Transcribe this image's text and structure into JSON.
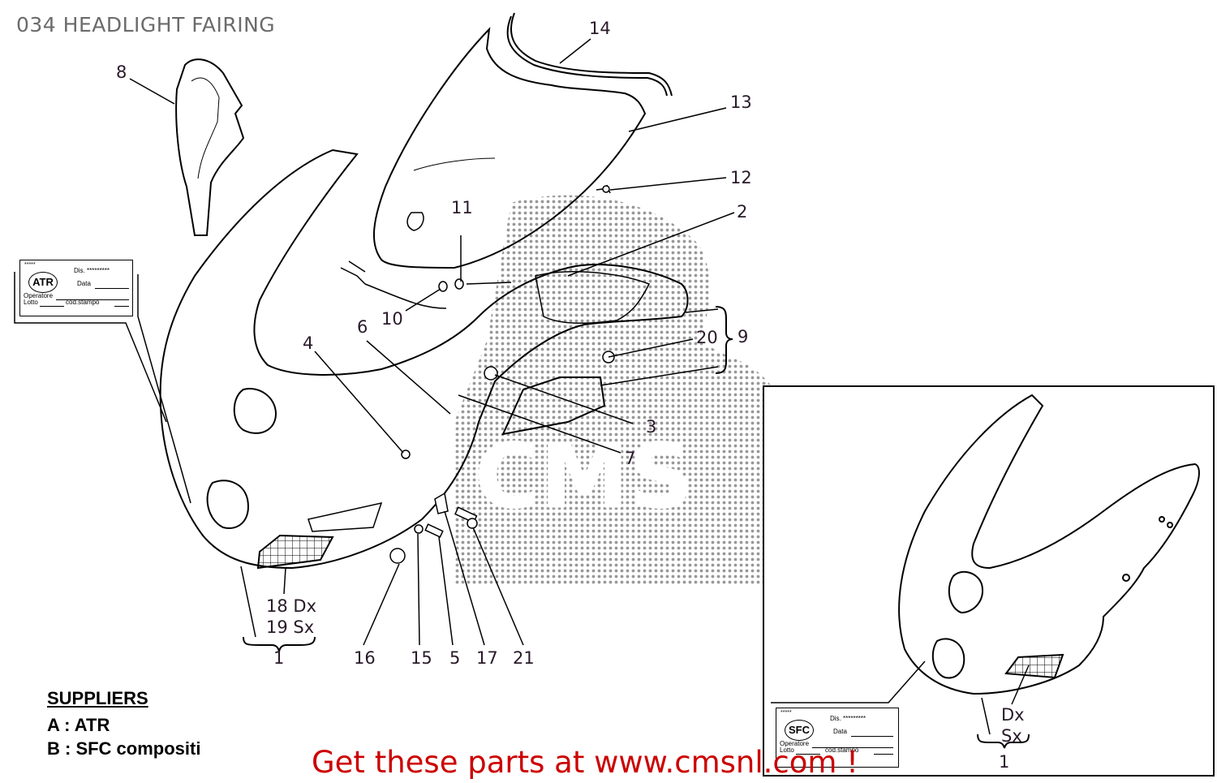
{
  "page": {
    "title": "034 HEADLIGHT FAIRING",
    "promo_text": "Get these parts at www.cmsnl.com !",
    "promo_color": "#cc0000",
    "watermark": "CMS"
  },
  "suppliers": {
    "heading": "SUPPLIERS",
    "items": [
      {
        "label": "A : ATR"
      },
      {
        "label": "B : SFC compositi"
      }
    ]
  },
  "tags": {
    "atr": {
      "stars": "*****",
      "logo": "ATR",
      "dis": "Dis.  *********",
      "data": "Data",
      "operatore": "Operatore",
      "lotto": "Lotto",
      "cod_stampo": "cod.stampo"
    },
    "sfc": {
      "stars": "*****",
      "logo": "SFC",
      "dis": "Dis.  *********",
      "data": "Data",
      "operatore": "Operatore",
      "lotto": "Lotto",
      "cod_stampo": "cod.stampo"
    }
  },
  "callouts": {
    "c1_main": "1",
    "c1_inset": "1",
    "c2": "2",
    "c3": "3",
    "c4": "4",
    "c5": "5",
    "c6": "6",
    "c7": "7",
    "c8": "8",
    "c9": "9",
    "c10": "10",
    "c11": "11",
    "c12": "12",
    "c13": "13",
    "c14": "14",
    "c15": "15",
    "c16": "16",
    "c17": "17",
    "c20": "20",
    "c21": "21",
    "c18": "18 Dx",
    "c19": "19 Sx",
    "inset_dx": "Dx",
    "inset_sx": "Sx"
  }
}
